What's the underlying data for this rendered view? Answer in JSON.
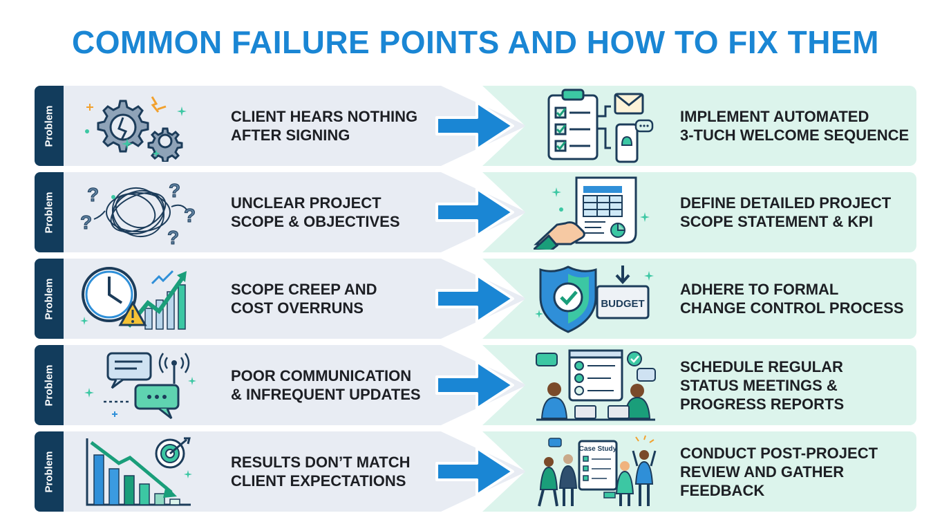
{
  "title": "COMMON FAILURE POINTS AND HOW TO FIX THEM",
  "problem_tab_label": "Problem",
  "rows": [
    {
      "problem": "CLIENT HEARS NOTHING\nAFTER SIGNING",
      "solution": "IMPLEMENT AUTOMATED\n3-TUCH WELCOME SEQUENCE",
      "problem_icon": "broken-gears-icon",
      "solution_icon": "checklist-email-phone-icon"
    },
    {
      "problem": "UNCLEAR PROJECT\nSCOPE & OBJECTIVES",
      "solution": "DEFINE DETAILED PROJECT\nSCOPE STATEMENT & KPI",
      "problem_icon": "tangled-question-icon",
      "solution_icon": "scope-document-icon"
    },
    {
      "problem": "SCOPE CREEP AND\nCOST OVERRUNS",
      "solution": "ADHERE TO FORMAL\nCHANGE CONTROL PROCESS",
      "problem_icon": "clock-rising-chart-warning-icon",
      "solution_icon": "shield-budget-icon",
      "solution_icon_label": "BUDGET"
    },
    {
      "problem": "POOR COMMUNICATION\n& INFREQUENT UPDATES",
      "solution": "SCHEDULE REGULAR\nSTATUS MEETINGS &\nPROGRESS REPORTS",
      "problem_icon": "chat-bubbles-signal-icon",
      "solution_icon": "team-meeting-dashboard-icon"
    },
    {
      "problem": "RESULTS DON’T MATCH\nCLIENT EXPECTATIONS",
      "solution": "CONDUCT POST-PROJECT\nREVIEW AND GATHER\nFEEDBACK",
      "problem_icon": "declining-chart-target-icon",
      "solution_icon": "team-case-study-icon",
      "solution_icon_label": "Case Study"
    }
  ],
  "colors": {
    "title": "#1a86d4",
    "problem_panel": "#e8ecf3",
    "solution_panel": "#dcf4ec",
    "tab": "#123c5c",
    "arrow": "#1a86d4",
    "accent_teal": "#3cc7a3",
    "icon_navy": "#1c3c5a"
  }
}
